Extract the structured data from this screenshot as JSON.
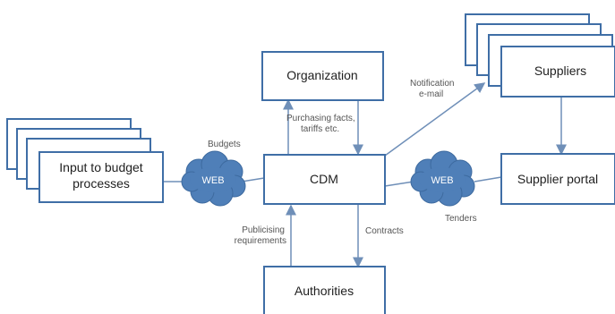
{
  "nodes": {
    "organization": "Organization",
    "cdm": "CDM",
    "authorities": "Authorities",
    "input_line1": "Input to budget",
    "input_line2": "processes",
    "suppliers": "Suppliers",
    "supplier_portal": "Supplier portal"
  },
  "clouds": {
    "left": "WEB",
    "right": "WEB"
  },
  "edge_labels": {
    "budgets": "Budgets",
    "purchasing_line1": "Purchasing facts,",
    "purchasing_line2": "tariffs etc.",
    "notification_line1": "Notification",
    "notification_line2": "e-mail",
    "tenders": "Tenders",
    "contracts": "Contracts",
    "publicising_line1": "Publicising",
    "publicising_line2": "requirements"
  },
  "colors": {
    "box_border": "#3f6ea6",
    "cloud_fill": "#4f7fb8",
    "connector": "#6f8fb8"
  }
}
